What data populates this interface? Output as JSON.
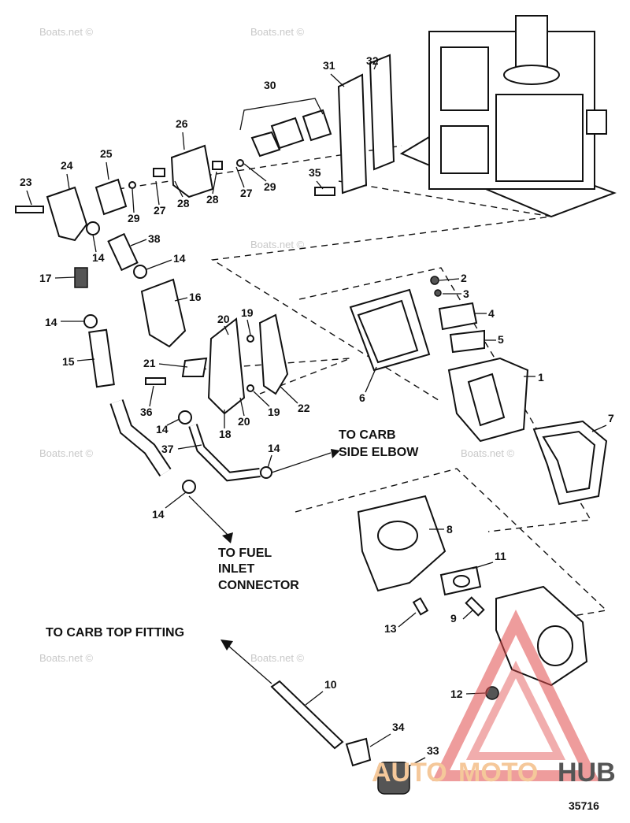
{
  "figure_number": "35716",
  "notes": {
    "carb_side_elbow_1": "TO CARB",
    "carb_side_elbow_2": "SIDE ELBOW",
    "fuel_inlet_1": "TO FUEL",
    "fuel_inlet_2": "INLET",
    "fuel_inlet_3": "CONNECTOR",
    "carb_top": "TO CARB TOP FITTING"
  },
  "watermark": "Boats.net ©",
  "logo": {
    "part1": "AUTO",
    "part2": "MOTO",
    "part3": "HUB",
    "color_light": "#f5c89a",
    "color_dark": "#555555",
    "triangle_color": "#e04a4a"
  },
  "callouts": [
    "23",
    "24",
    "25",
    "26",
    "29",
    "27",
    "28",
    "28",
    "27",
    "29",
    "30",
    "31",
    "32",
    "35",
    "38",
    "14",
    "14",
    "17",
    "16",
    "14",
    "15",
    "20",
    "19",
    "21",
    "36",
    "18",
    "20",
    "19",
    "22",
    "14",
    "37",
    "14",
    "14",
    "2",
    "3",
    "4",
    "5",
    "1",
    "6",
    "7",
    "8",
    "11",
    "9",
    "13",
    "12",
    "10",
    "34",
    "33"
  ]
}
